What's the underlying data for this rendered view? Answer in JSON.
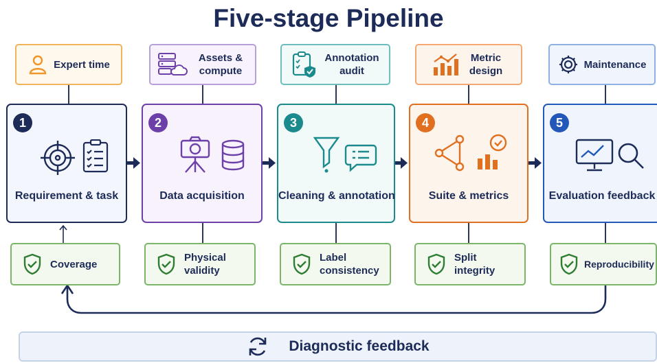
{
  "title": "Five-stage Pipeline",
  "stages": [
    {
      "number": "1",
      "label": "Requirement & task",
      "top_label": "Expert time",
      "top_icon": "person-icon",
      "bottom_label": "Coverage",
      "color": "#1c2b57",
      "bg": "#f3f6fc",
      "top_border": "#f2b25a",
      "top_bg": "#fff8ec"
    },
    {
      "number": "2",
      "label": "Data acquisition",
      "top_label": "Assets & compute",
      "top_icon": "server-cloud-icon",
      "bottom_label": "Physical validity",
      "color": "#6d3fa8",
      "bg": "#f7f2fc",
      "top_border": "#b79fdc",
      "top_bg": "#f7f2fc"
    },
    {
      "number": "3",
      "label": "Cleaning & annotation",
      "top_label": "Annotation audit",
      "top_icon": "clipboard-shield-icon",
      "bottom_label": "Label consistency",
      "color": "#1a8a8c",
      "bg": "#f1f9f9",
      "top_border": "#6dbdbe",
      "top_bg": "#f1f9f9"
    },
    {
      "number": "4",
      "label": "Suite & metrics",
      "top_label": "Metric design",
      "top_icon": "bar-chart-icon",
      "bottom_label": "Split integrity",
      "color": "#e07020",
      "bg": "#fdf4ec",
      "top_border": "#f2a870",
      "top_bg": "#fdf4ec"
    },
    {
      "number": "5",
      "label": "Evaluation feedback",
      "top_label": "Maintenance",
      "top_icon": "gear-icon",
      "bottom_label": "Reproducibility",
      "color": "#2358b8",
      "bg": "#f0f5fd",
      "top_border": "#8fb0e2",
      "top_bg": "#f0f5fd"
    }
  ],
  "feedback": {
    "label": "Diagnostic feedback",
    "icon": "refresh-icon"
  },
  "colors": {
    "navy": "#1c2b57",
    "check_green": "#2e7d32",
    "bottom_border": "#7ab56a"
  }
}
